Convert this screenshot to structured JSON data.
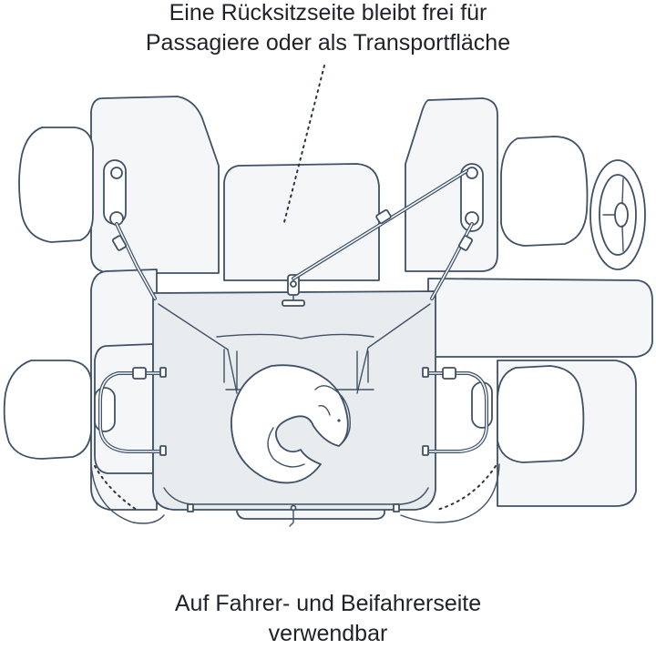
{
  "captions": {
    "top_line1": "Eine Rücksitzseite bleibt frei für",
    "top_line2": "Passagiere oder als Transportfläche",
    "bottom_line1": "Auf Fahrer- und Beifahrerseite",
    "bottom_line2": "verwendbar"
  },
  "colors": {
    "outline": "#3f5166",
    "seat_fill": "#f4f6f8",
    "cover_fill": "#e9ecef",
    "text": "#1f2328"
  },
  "icons": [
    "dog-icon",
    "steering-wheel-icon",
    "buckle-icon",
    "anchor-hook-icon"
  ]
}
